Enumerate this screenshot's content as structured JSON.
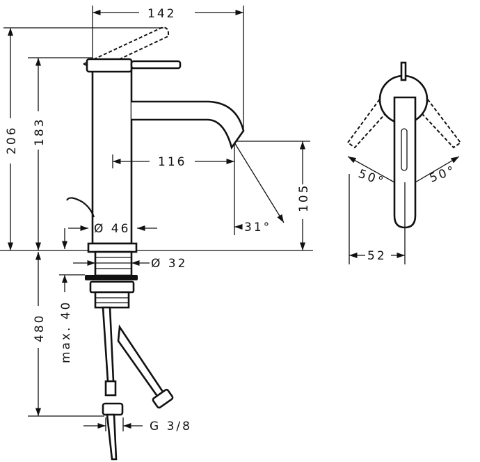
{
  "dimensions": {
    "width_total": "142",
    "height_lever": "206",
    "height_body": "183",
    "spout_reach": "116",
    "spout_height": "105",
    "spout_angle": "31°",
    "base_diameter": "Ø 46",
    "thread_diameter": "Ø 32",
    "max_thickness": "max. 40",
    "hose_length": "480",
    "connection": "G 3/8",
    "lever_angle_left": "50°",
    "lever_angle_right": "50°",
    "lever_width": "52"
  }
}
